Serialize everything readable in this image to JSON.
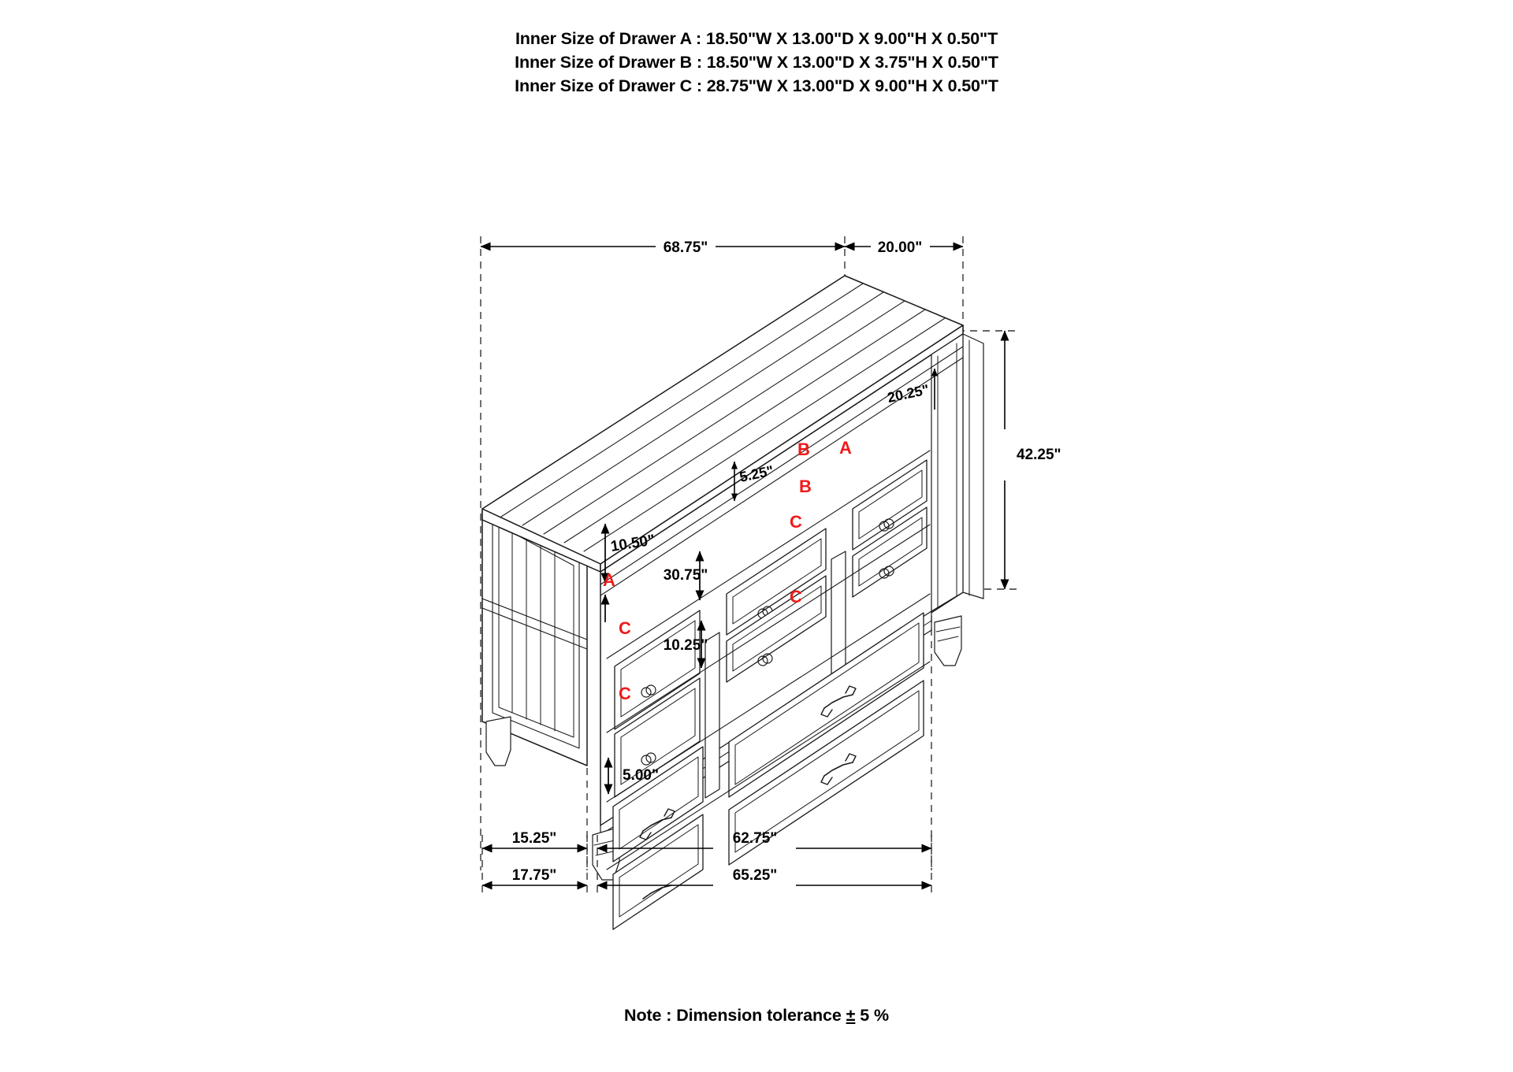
{
  "header": {
    "lines": [
      "Inner Size of Drawer A : 18.50\"W X 13.00\"D X 9.00\"H X 0.50\"T",
      "Inner Size of Drawer B : 18.50\"W X 13.00\"D X 3.75\"H X 0.50\"T",
      "Inner Size of Drawer C : 28.75\"W X 13.00\"D X 9.00\"H X 0.50\"T"
    ]
  },
  "footer": {
    "note_prefix": "Note : Dimension tolerance ",
    "note_symbol": "±",
    "note_value": " 5 %"
  },
  "dimensions": {
    "top_width": "68.75\"",
    "top_depth": "20.00\"",
    "overall_height": "42.25\"",
    "drawer_c_width_right": "20.25\"",
    "drawer_b_height": "5.25\"",
    "drawer_a_height": "10.50\"",
    "drawer_c_width": "30.75\"",
    "drawer_c_height": "10.25\"",
    "leg_height": "5.00\"",
    "side_depth_upper": "15.25\"",
    "front_width_upper": "62.75\"",
    "side_depth_lower": "17.75\"",
    "front_width_lower": "65.25\""
  },
  "markers": {
    "a1": "A",
    "a2": "A",
    "b1": "B",
    "b2": "B",
    "c1": "C",
    "c2": "C",
    "c3": "C",
    "c4": "C"
  },
  "colors": {
    "marker_red": "#ee1b1b",
    "line_black": "#000000",
    "outline": "#1a1a1a",
    "background": "#ffffff"
  }
}
